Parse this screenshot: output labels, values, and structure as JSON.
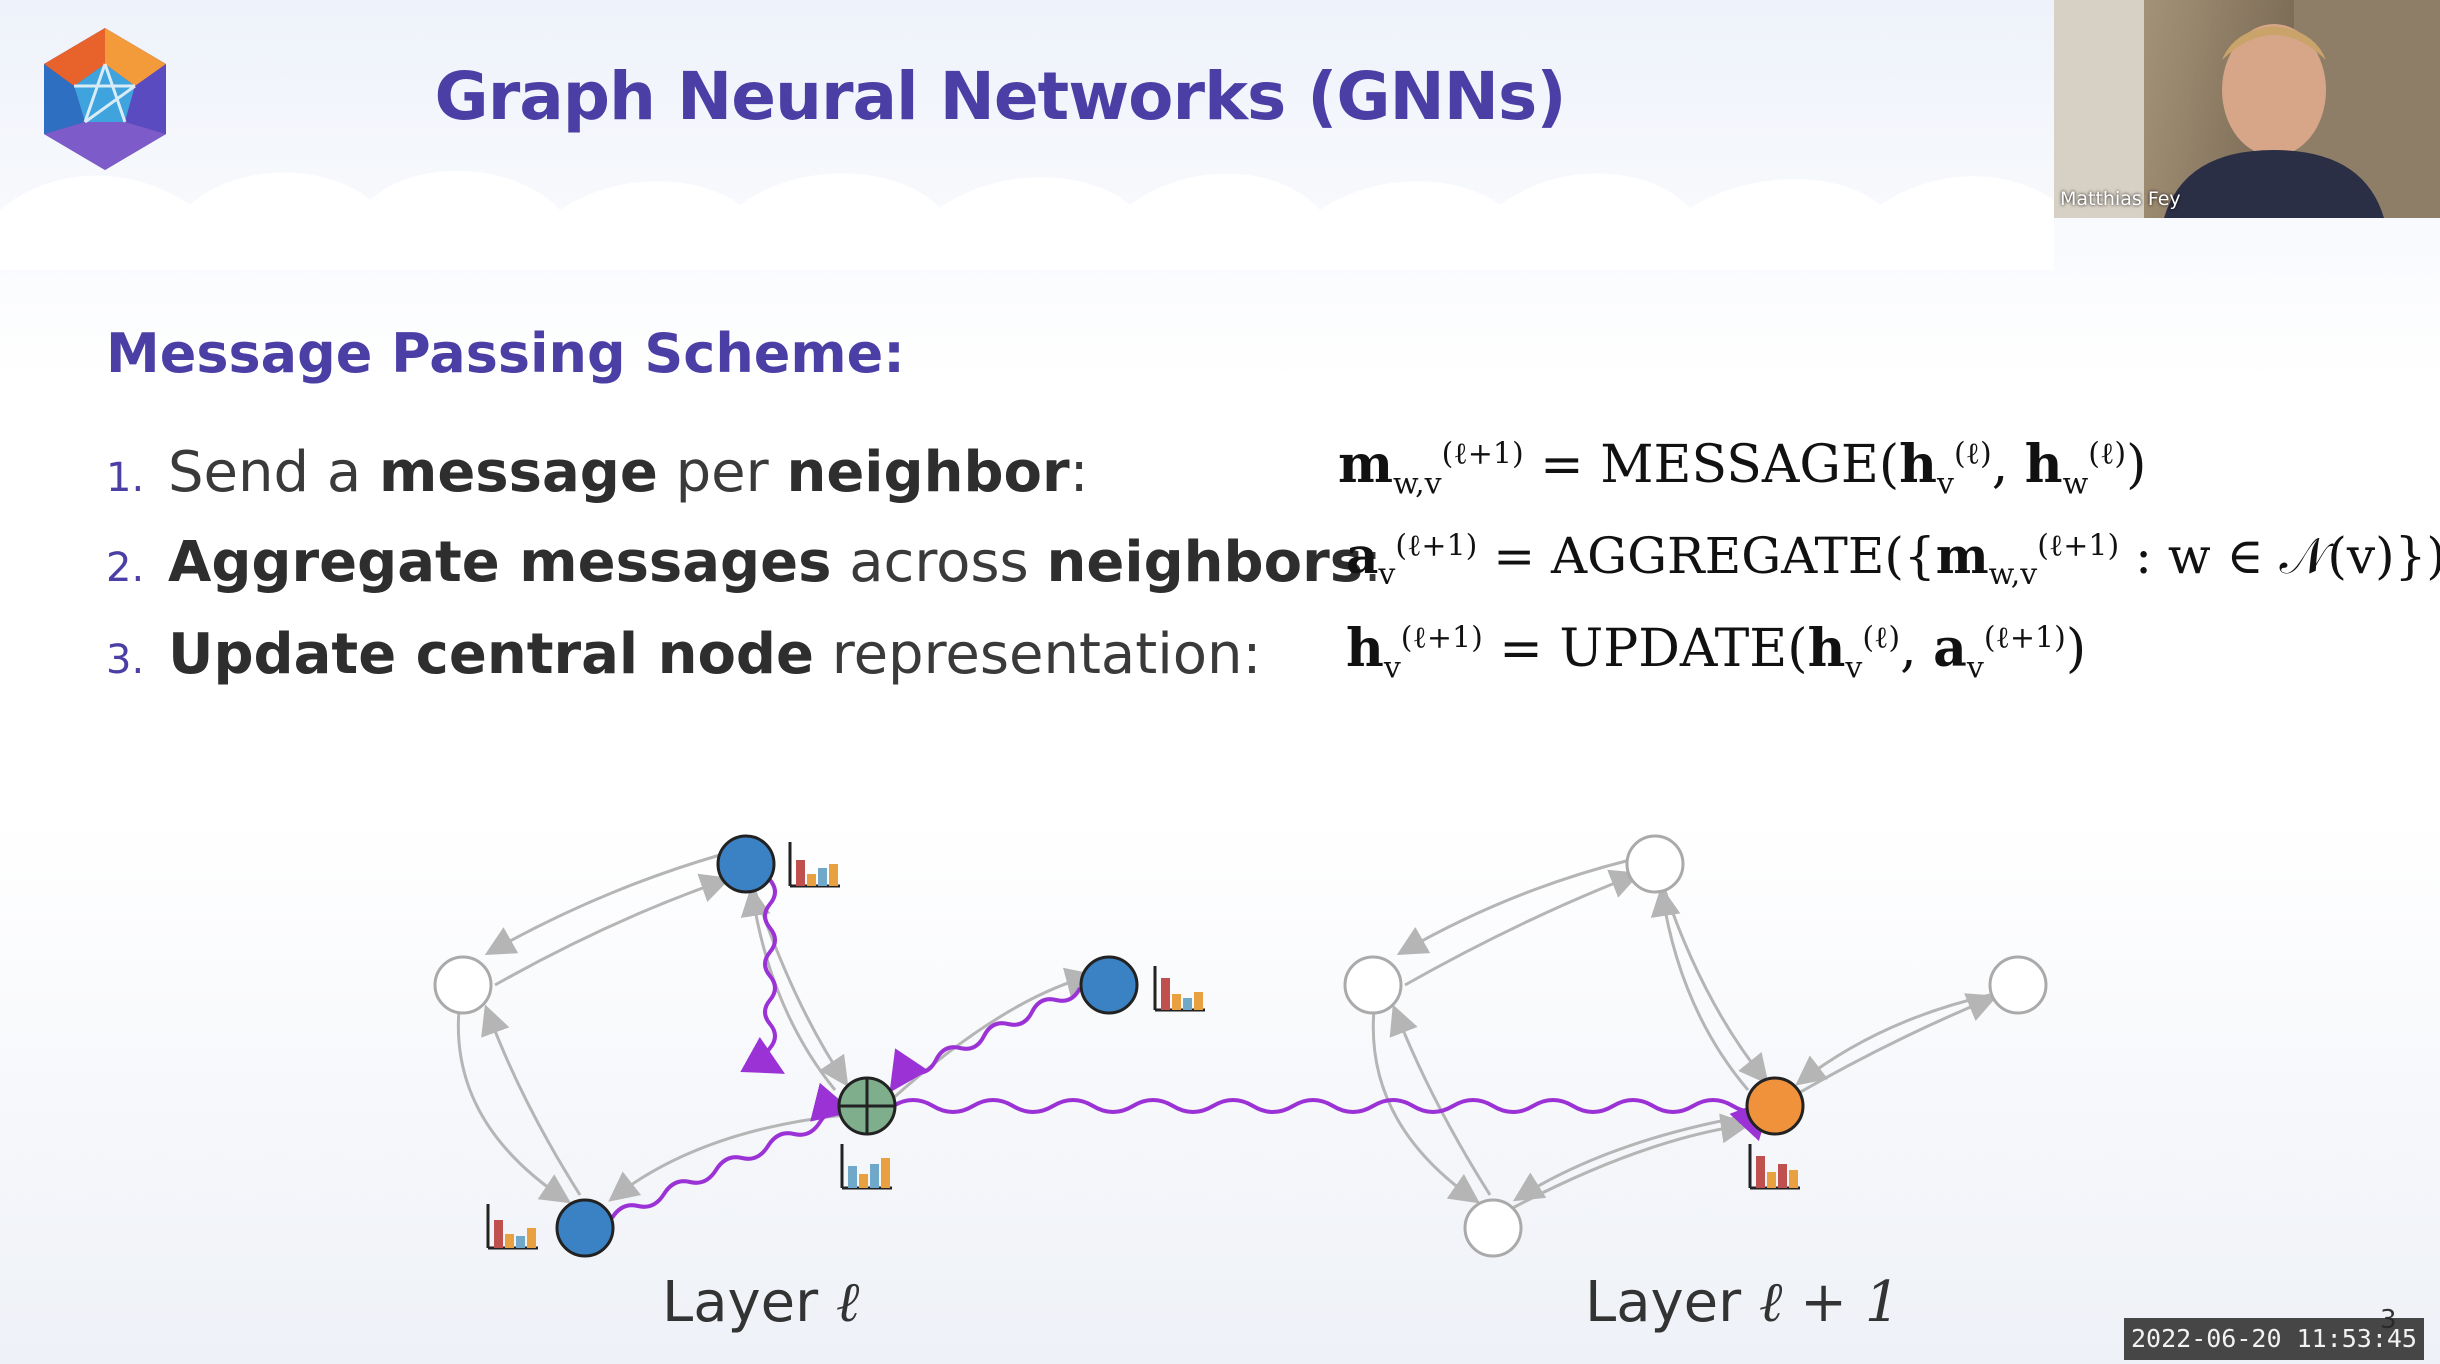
{
  "slide": {
    "title": "Graph Neural Networks (GNNs)",
    "heading": "Message Passing Scheme:",
    "steps": [
      {
        "num": "1.",
        "pre": "Send a ",
        "b1": "message",
        "mid": " per ",
        "b2": "neighbor",
        "post": ":"
      },
      {
        "num": "2.",
        "b1": "Aggregate messages",
        "mid": " across ",
        "b2": "neighbors",
        "post": ":"
      },
      {
        "num": "3.",
        "b1": "Update central node",
        "post": " representation:"
      }
    ],
    "formulas": {
      "f1_lhs": "m",
      "f1_sub": "w,v",
      "f1_sup": "(ℓ+1)",
      "f1_rhs": " = MESSAGE(",
      "f1_a": "h",
      "f1_a_sub": "v",
      "f1_a_sup": "(ℓ)",
      "f1_b": "h",
      "f1_b_sub": "w",
      "f1_b_sup": "(ℓ)",
      "f2_lhs": "a",
      "f2_sub": "v",
      "f2_sup": "(ℓ+1)",
      "f2_rhs": " = AGGREGATE({",
      "f2_m": "m",
      "f2_m_sub": "w,v",
      "f2_m_sup": "(ℓ+1)",
      "f2_tail": " : w ∈ 𝒩(v)})",
      "f3_lhs": "h",
      "f3_sub": "v",
      "f3_sup": "(ℓ+1)",
      "f3_rhs": " = UPDATE(",
      "f3_a": "h",
      "f3_a_sub": "v",
      "f3_a_sup": "(ℓ)",
      "f3_b": "a",
      "f3_b_sub": "v",
      "f3_b_sup": "(ℓ+1)"
    },
    "layer_labels": {
      "left_word": "Layer",
      "left_sym": "ℓ",
      "right_word": "Layer",
      "right_sym": "ℓ + 1"
    },
    "page_number": "3"
  },
  "webcam": {
    "presenter_name": "Matthias Fey"
  },
  "timestamp": "2022-06-20  11:53:45",
  "colors": {
    "accent": "#4b3fa6",
    "node_blue": "#3b82c4",
    "node_orange": "#f0923c",
    "message": "#9b32d6",
    "edge": "#b5b5b5"
  }
}
